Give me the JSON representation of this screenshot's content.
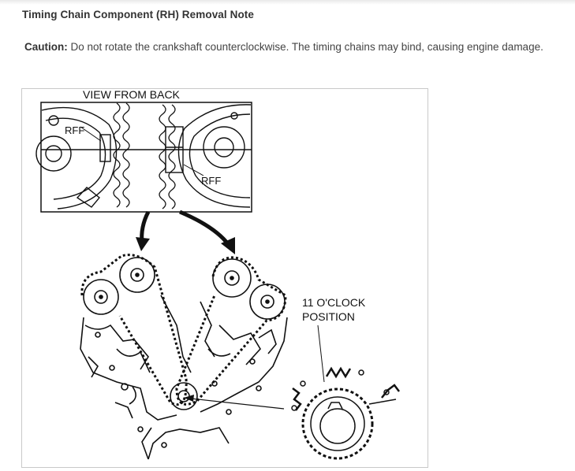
{
  "note": {
    "title": "Timing Chain Component (RH) Removal Note",
    "caution_label": "Caution:",
    "caution_text": " Do not rotate the crankshaft counterclockwise. The timing chains may bind, causing engine damage."
  },
  "figure": {
    "view_label": "VIEW FROM BACK",
    "rff_left": "RFF",
    "rff_right": "RFF",
    "position_line1": "11 O'CLOCK",
    "position_line2": "POSITION"
  }
}
